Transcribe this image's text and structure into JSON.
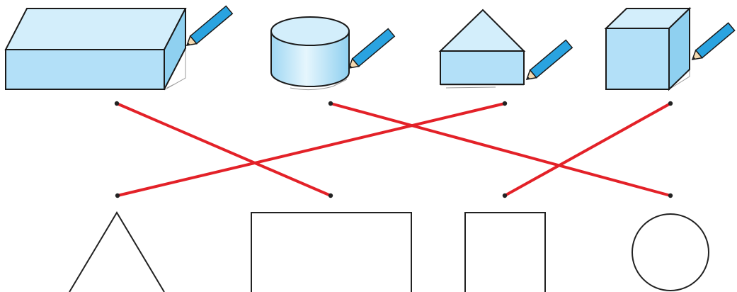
{
  "colors": {
    "solid_fill_light": "#d3eefb",
    "solid_fill_mid": "#b3e0f8",
    "solid_fill_dark": "#8fd0f0",
    "solid_stroke": "#1a1a1a",
    "pencil_body": "#2aa3e0",
    "pencil_tip": "#f3d9b0",
    "pencil_lead": "#222222",
    "connector_line": "#e32128",
    "connector_dot": "#222222",
    "outline_stroke": "#222222"
  },
  "solids": [
    {
      "name": "rectangular-prism",
      "pencil_icon": "pencil-icon"
    },
    {
      "name": "cylinder",
      "pencil_icon": "pencil-icon"
    },
    {
      "name": "triangular-prism",
      "pencil_icon": "pencil-icon"
    },
    {
      "name": "cube",
      "pencil_icon": "pencil-icon"
    }
  ],
  "flat_shapes": [
    {
      "name": "triangle"
    },
    {
      "name": "rectangle"
    },
    {
      "name": "square"
    },
    {
      "name": "circle"
    }
  ],
  "matches": [
    {
      "solid": "rectangular-prism",
      "shape": "rectangle"
    },
    {
      "solid": "cylinder",
      "shape": "circle"
    },
    {
      "solid": "triangular-prism",
      "shape": "triangle"
    },
    {
      "solid": "cube",
      "shape": "square"
    }
  ]
}
